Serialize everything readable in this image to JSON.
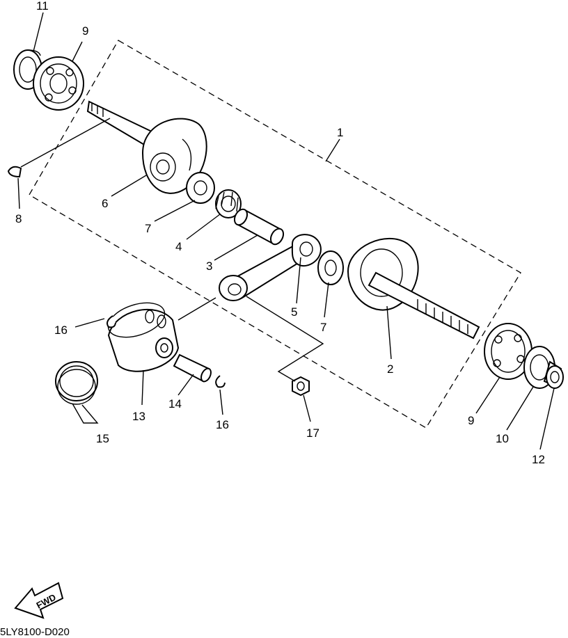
{
  "labels": {
    "l1": "1",
    "l2": "2",
    "l3": "3",
    "l4": "4",
    "l5": "5",
    "l6": "6",
    "l7a": "7",
    "l7b": "7",
    "l8": "8",
    "l9a": "9",
    "l9b": "9",
    "l10": "10",
    "l11": "11",
    "l12": "12",
    "l13": "13",
    "l14": "14",
    "l15": "15",
    "l16a": "16",
    "l16b": "16",
    "l17": "17"
  },
  "fwd_label": "FWD",
  "diagram_code": "5LY8100-D020"
}
